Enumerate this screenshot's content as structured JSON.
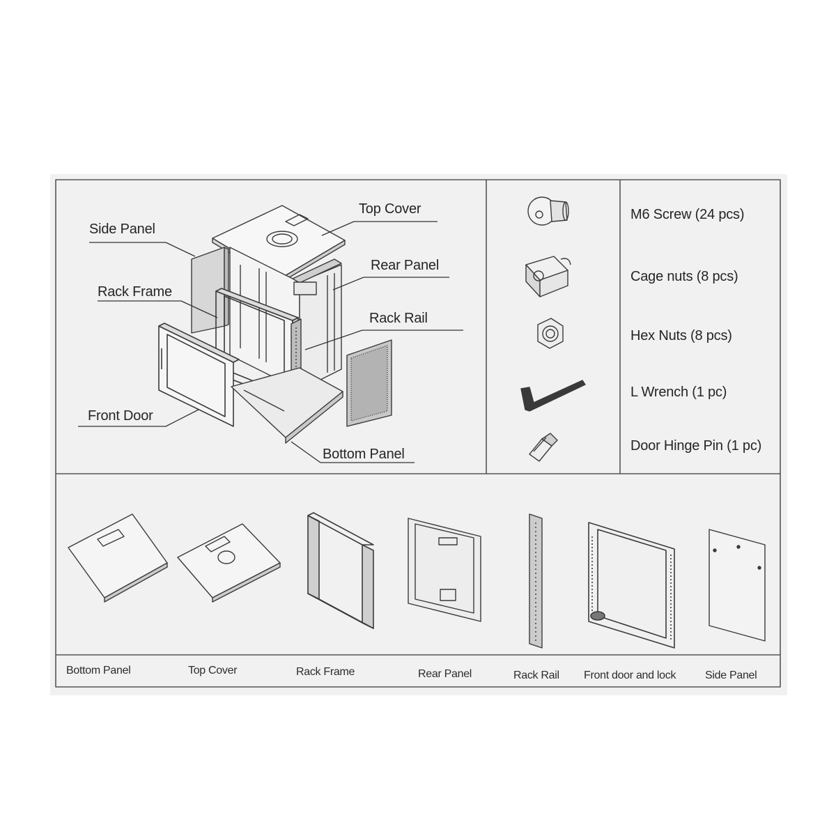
{
  "exploded_labels": {
    "top_cover": "Top Cover",
    "side_panel": "Side Panel",
    "rear_panel": "Rear Panel",
    "rack_frame": "Rack Frame",
    "rack_rail": "Rack Rail",
    "front_door": "Front Door",
    "bottom_panel": "Bottom Panel"
  },
  "accessories": [
    {
      "icon": "screw-icon",
      "label": "M6 Screw (24 pcs)"
    },
    {
      "icon": "cage-nut-icon",
      "label": "Cage nuts (8 pcs)"
    },
    {
      "icon": "hex-nut-icon",
      "label": "Hex Nuts (8 pcs)"
    },
    {
      "icon": "l-wrench-icon",
      "label": "L Wrench (1 pc)"
    },
    {
      "icon": "hinge-pin-icon",
      "label": "Door Hinge Pin (1 pc)"
    }
  ],
  "parts_row": [
    "Bottom Panel",
    "Top Cover",
    "Rack Frame",
    "Rear Panel",
    "Rack Rail",
    "Front door and lock",
    "Side Panel"
  ]
}
